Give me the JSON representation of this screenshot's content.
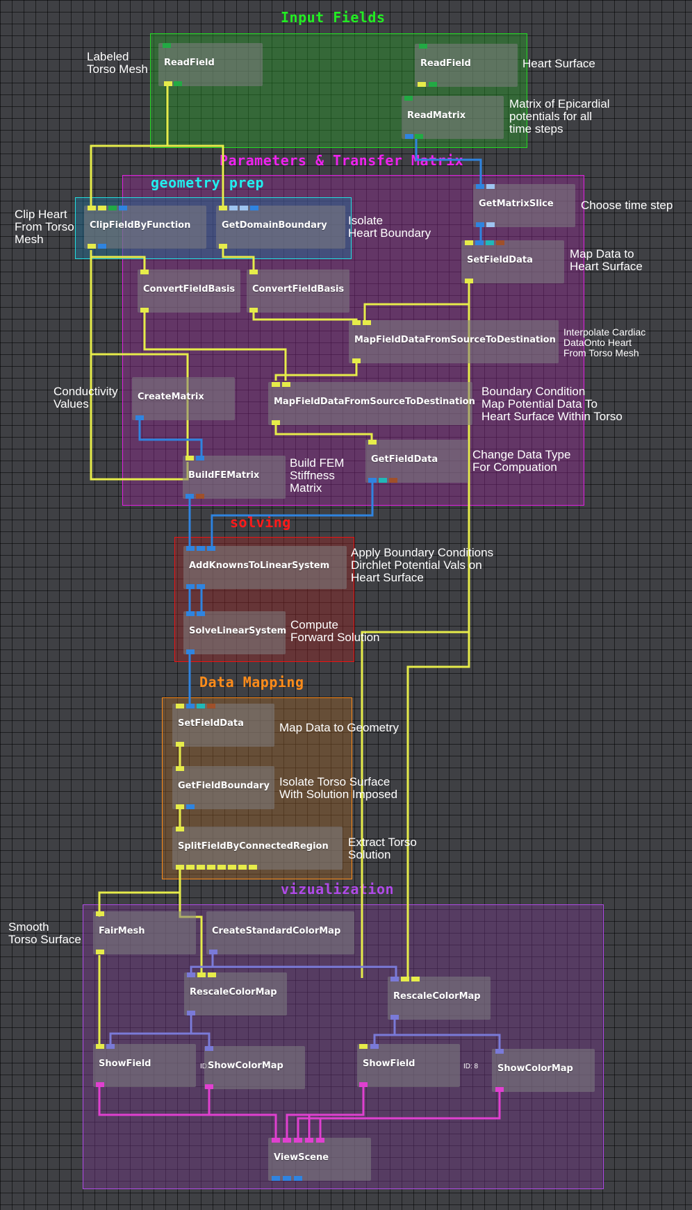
{
  "groups": {
    "input": {
      "title": "Input Fields",
      "color": "#22dd22"
    },
    "params": {
      "title": "Parameters & Transfer Matrix",
      "color": "#e020e0"
    },
    "geom": {
      "title": "geometry prep",
      "color": "#20e0e0"
    },
    "solving": {
      "title": "solving",
      "color": "#ee1111"
    },
    "mapping": {
      "title": "Data Mapping",
      "color": "#ff8c1a"
    },
    "viz": {
      "title": "vizualization",
      "color": "#b04ae8"
    }
  },
  "modules": {
    "readfield1": "ReadField",
    "readfield2": "ReadField",
    "readmatrix": "ReadMatrix",
    "getmatrixslice": "GetMatrixSlice",
    "clipfield": "ClipFieldByFunction",
    "getdomainboundary": "GetDomainBoundary",
    "setfielddata1": "SetFieldData",
    "convertbasis1": "ConvertFieldBasis",
    "convertbasis2": "ConvertFieldBasis",
    "mapfield1": "MapFieldDataFromSourceToDestination",
    "creatematrix": "CreateMatrix",
    "mapfield2": "MapFieldDataFromSourceToDestination",
    "getfielddata": "GetFieldData",
    "buildfematrix": "BuildFEMatrix",
    "addknowns": "AddKnownsToLinearSystem",
    "solvelinear": "SolveLinearSystem",
    "setfielddata2": "SetFieldData",
    "getfieldboundary": "GetFieldBoundary",
    "splitfield": "SplitFieldByConnectedRegion",
    "fairmesh": "FairMesh",
    "createcolormap": "CreateStandardColorMap",
    "rescale1": "RescaleColorMap",
    "rescale2": "RescaleColorMap",
    "showfield1": "ShowField",
    "showcolormap1": "ShowColorMap",
    "showfield2": "ShowField",
    "showcolormap2": "ShowColorMap",
    "viewscene": "ViewScene"
  },
  "id_labels": {
    "a": "ID:",
    "b": "ID: 8"
  },
  "notes": {
    "labeled_torso": "Labeled\nTorso Mesh",
    "heart_surface": "Heart Surface",
    "matrix_epicardial": "Matrix of Epicardial\npotentials for all\ntime steps",
    "choose_time": "Choose time step",
    "clip_heart": "Clip Heart\nFrom Torso\nMesh",
    "isolate_heart": "Isolate\nHeart Boundary",
    "map_heart": "Map Data to\nHeart Surface",
    "interpolate": "Interpolate Cardiac\nDataOnto Heart\nFrom Torso Mesh",
    "conductivity": "Conductivity\nValues",
    "boundary_cond": "Boundary Condition\nMap Potential Data To\nHeart Surface Within Torso",
    "change_type": "Change Data Type\nFor Compuation",
    "build_fem": "Build FEM\nStiffness\nMatrix",
    "apply_bc": "Apply Boundary Conditions\nDirchlet Potential Vals on\nHeart Surface",
    "compute_fwd": "Compute\nForward Solution",
    "map_geometry": "Map Data to Geometry",
    "isolate_torso": "Isolate Torso Surface\nWith Solution Imposed",
    "extract_torso": "Extract Torso\nSolution",
    "smooth_torso": "Smooth\nTorso Surface"
  }
}
